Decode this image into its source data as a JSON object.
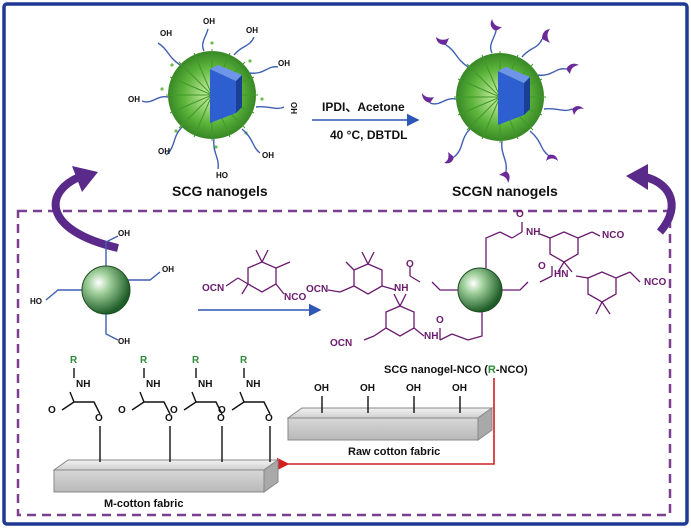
{
  "top": {
    "left_label": "SCG nanogels",
    "right_label": "SCGN nanogels",
    "arrow_line1": "IPDI、Acetone",
    "arrow_line2": "40 °C, DBTDL",
    "oh_label": "OH",
    "oh_rot_label": "HO"
  },
  "scheme": {
    "oh": "OH",
    "ho": "HO",
    "nco": "NCO",
    "ocn": "OCN",
    "nh": "NH",
    "o": "O",
    "hn": "HN"
  },
  "product": {
    "label_prefix": "SCG nanogel-NCO (",
    "label_r": "R",
    "label_suffix": "-NCO)"
  },
  "fabric": {
    "raw_label": "Raw cotton fabric",
    "raw_oh": "OH",
    "modified_label": "M-cotton fabric",
    "r": "R",
    "nh": "NH",
    "o": "O"
  },
  "colors": {
    "frame": "#1f3a93",
    "dash": "#7b3f8f",
    "purple_arrow": "#5a2a8a",
    "red_arrow": "#d22020",
    "bond_blue": "#3f5fb0",
    "purple_chem": "#6a1b6e",
    "green_r": "#2e8b3a"
  },
  "icons": [
    "scg-nanogel-icon",
    "scgn-nanogel-icon",
    "purple-curved-arrow-icon",
    "reaction-arrow-icon",
    "red-arrow-icon",
    "sphere-icon",
    "fabric-slab-icon"
  ]
}
